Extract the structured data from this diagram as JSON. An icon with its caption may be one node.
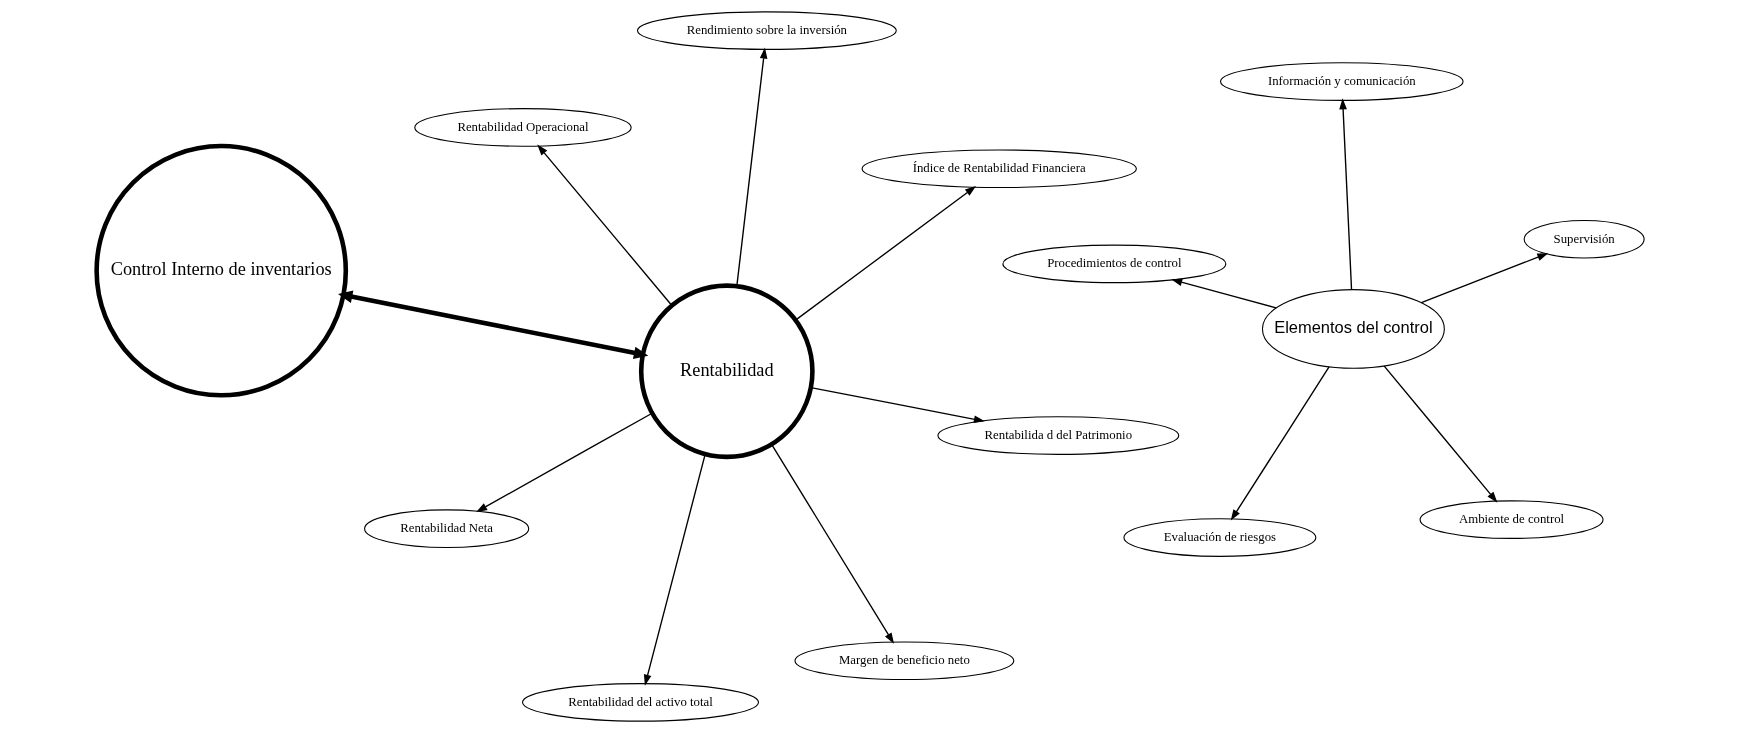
{
  "diagram": {
    "nodes": [
      {
        "text": [
          "Control Interno de inventarios"
        ]
      },
      {
        "text": [
          "Elementos del control"
        ]
      },
      {
        "text": [
          "Ambiente de control"
        ]
      },
      {
        "text": [
          "Evaluación de riesgos"
        ]
      },
      {
        "text": [
          "Procedimientos de control"
        ]
      },
      {
        "text": [
          "Supervisión"
        ]
      },
      {
        "text": [
          "Información y comunicación"
        ]
      },
      {
        "text": [
          "Rentabilidad"
        ]
      },
      {
        "text": [
          "Margen de beneficio neto"
        ]
      },
      {
        "text": [
          "Rendimiento sobre la inversión"
        ]
      },
      {
        "text": [
          "Índice de Rentabilidad Financiera"
        ]
      },
      {
        "text": [
          "Rentabilidad Operacional"
        ]
      },
      {
        "text": [
          "Rentabilidad Neta"
        ]
      },
      {
        "text": [
          "Rentabilida d del Patrimonio"
        ]
      },
      {
        "text": [
          "Rentabilidad del activo total"
        ]
      }
    ],
    "edges": [
      {
        "from": 0,
        "to": 7,
        "arrow": "both",
        "style": "thick"
      },
      {
        "from": 1,
        "to": 2,
        "arrow": "to"
      },
      {
        "from": 1,
        "to": 3,
        "arrow": "to"
      },
      {
        "from": 1,
        "to": 4,
        "arrow": "to"
      },
      {
        "from": 1,
        "to": 5,
        "arrow": "to"
      },
      {
        "from": 1,
        "to": 6,
        "arrow": "to"
      },
      {
        "from": 7,
        "to": 8,
        "arrow": "to"
      },
      {
        "from": 7,
        "to": 9,
        "arrow": "to"
      },
      {
        "from": 7,
        "to": 10,
        "arrow": "to"
      },
      {
        "from": 7,
        "to": 11,
        "arrow": "to"
      },
      {
        "from": 7,
        "to": 12,
        "arrow": "to"
      },
      {
        "from": 7,
        "to": 13,
        "arrow": "to"
      },
      {
        "from": 7,
        "to": 14,
        "arrow": "to"
      }
    ]
  }
}
